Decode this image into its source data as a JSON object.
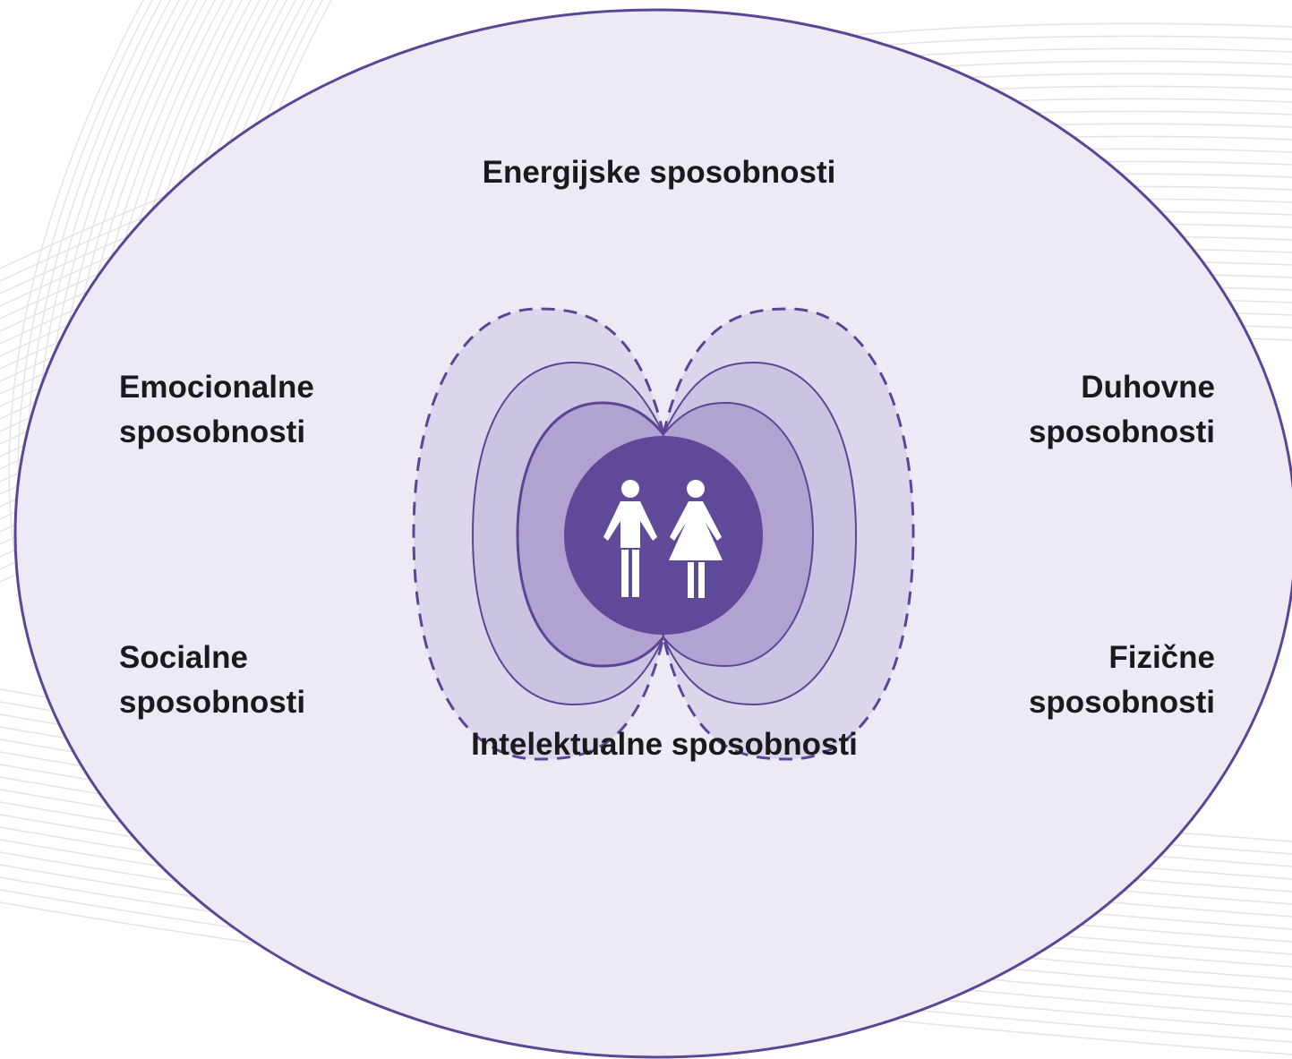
{
  "colors": {
    "background": "#ffffff",
    "wave_lines": "#e4e4e4",
    "outer_fill": "#edeaf6",
    "outline": "#5b4696",
    "layer_dashed_fill": "#dcd6ec",
    "layer_mid_fill": "#cbc3e2",
    "layer_inner_fill": "#b0a3d2",
    "core_fill": "#5f4a9a",
    "figure_fill": "#ffffff",
    "text": "#1a1a1a"
  },
  "icons": {
    "people": "man-and-woman-icon"
  },
  "labels": {
    "top": "Energijske sposobnosti",
    "upper_left": [
      "Emocionalne",
      "sposobnosti"
    ],
    "upper_right": [
      "Duhovne",
      "sposobnosti"
    ],
    "lower_left": [
      "Socialne",
      "sposobnosti"
    ],
    "lower_right": [
      "Fizične",
      "sposobnosti"
    ],
    "bottom": "Intelektualne sposobnosti"
  }
}
